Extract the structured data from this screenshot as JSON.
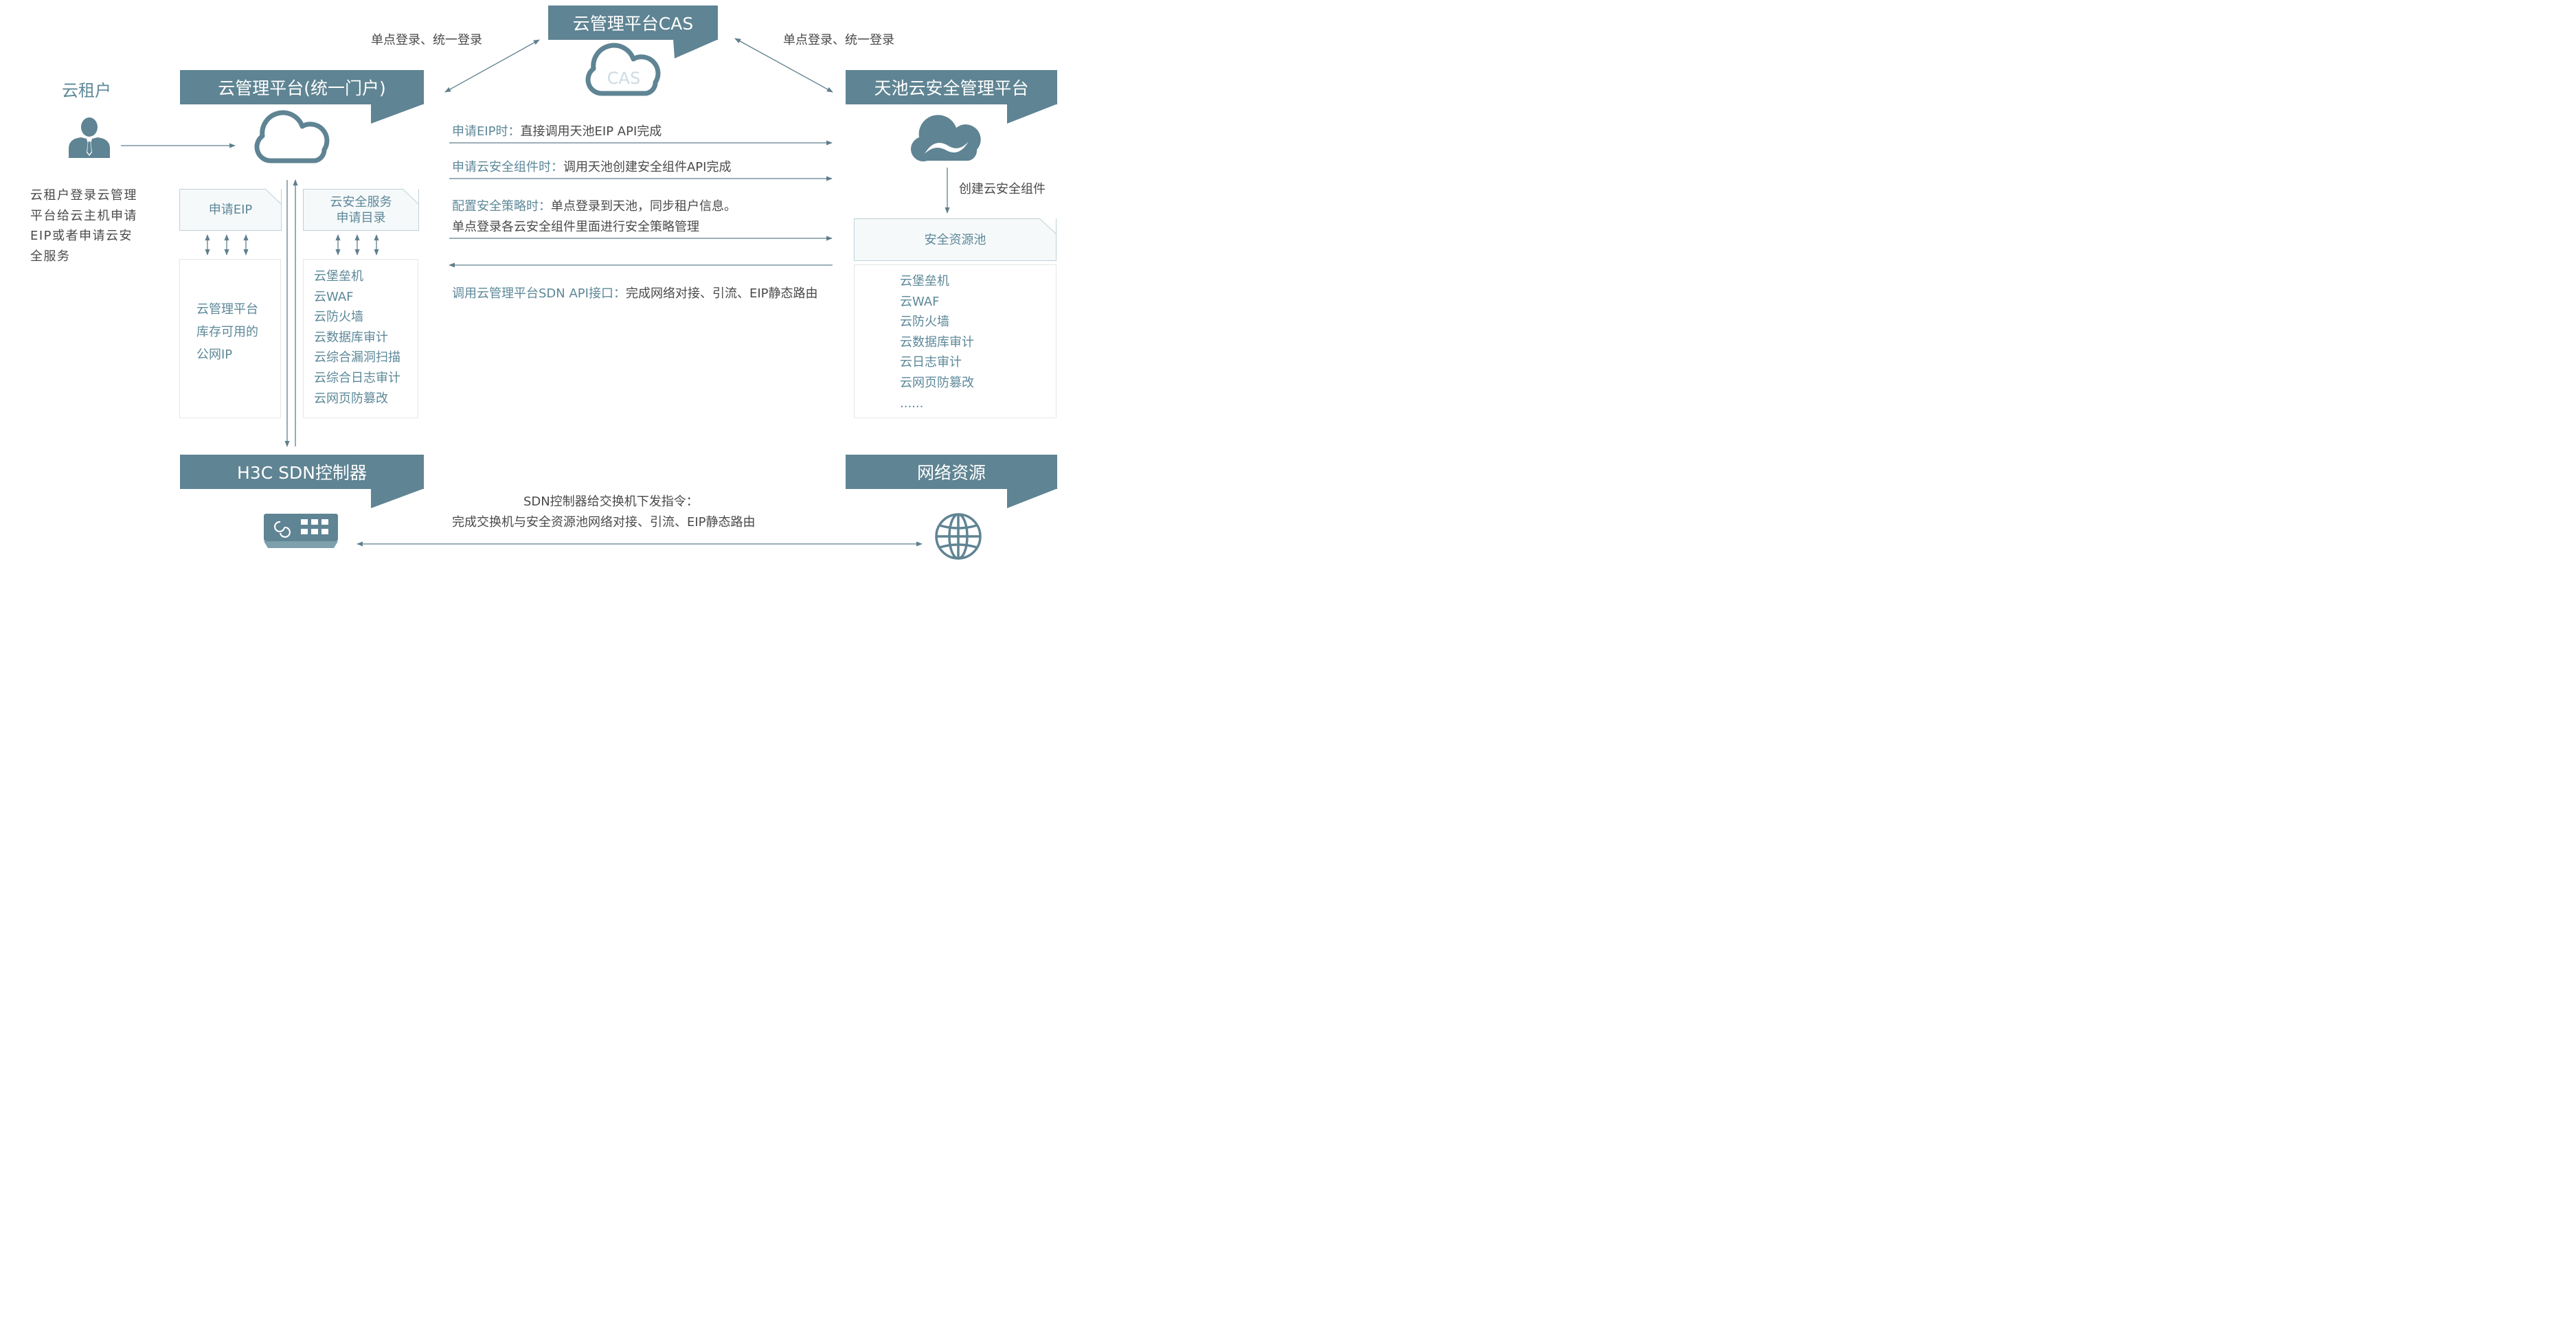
{
  "headers": {
    "cas": "云管理平台CAS",
    "portal": "云管理平台(统一门户)",
    "tianchi": "天池云安全管理平台",
    "sdn": "H3C SDN控制器",
    "network": "网络资源"
  },
  "cas_icon_text": "CAS",
  "sso_left": "单点登录、统一登录",
  "sso_right": "单点登录、统一登录",
  "tenant": {
    "title": "云租户",
    "description": [
      "云租户登录云管理",
      "平台给云主机申请",
      "EIP或者申请云安",
      "全服务"
    ]
  },
  "left_panel": {
    "tab_label": "申请EIP",
    "content": [
      "云管理平台",
      "库存可用的",
      "公网IP"
    ]
  },
  "middle_panel": {
    "tab_label": [
      "云安全服务",
      "申请目录"
    ],
    "items": [
      "云堡垒机",
      "云WAF",
      "云防火墙",
      "云数据库审计",
      "云综合漏洞扫描",
      "云综合日志审计",
      "云网页防篡改"
    ]
  },
  "flows": [
    {
      "prefix": "申请EIP时：",
      "text": "直接调用天池EIP API完成"
    },
    {
      "prefix": "申请云安全组件时：",
      "text": "调用天池创建安全组件API完成"
    },
    {
      "prefix": "配置安全策略时：",
      "text": "单点登录到天池，同步租户信息。",
      "line2": "单点登录各云安全组件里面进行安全策略管理"
    },
    {
      "prefix": "调用云管理平台SDN API接口：",
      "text": "完成网络对接、引流、EIP静态路由"
    }
  ],
  "create_component": "创建云安全组件",
  "pool": {
    "title": "安全资源池",
    "items": [
      "云堡垒机",
      "云WAF",
      "云防火墙",
      "云数据库审计",
      "云日志审计",
      "云网页防篡改",
      "......"
    ]
  },
  "sdn_instruction": {
    "line1": "SDN控制器给交换机下发指令：",
    "line2": "完成交换机与安全资源池网络对接、引流、EIP静态路由"
  },
  "icons": [
    "cloud-icon",
    "user-icon",
    "switch-icon",
    "globe-icon"
  ],
  "colors": {
    "banner": "#5f8493",
    "accent_text": "#5d8899",
    "body_text": "#4a4a4a"
  }
}
